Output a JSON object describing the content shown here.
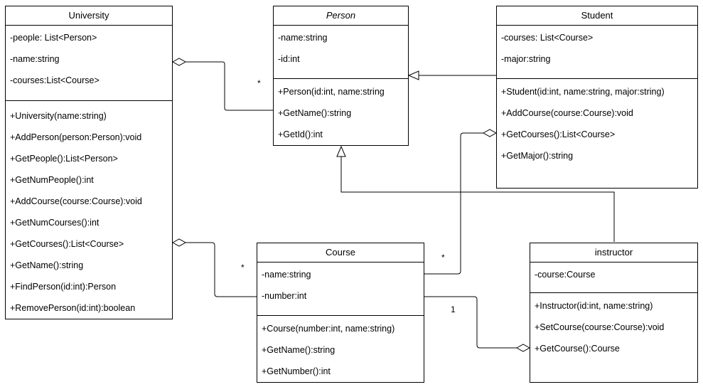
{
  "classes": {
    "university": {
      "name": "University",
      "attributes": [
        "-people: List<Person>",
        "-name:string",
        "-courses:List<Course>"
      ],
      "methods": [
        "+University(name:string)",
        "+AddPerson(person:Person):void",
        "+GetPeople():List<Person>",
        "+GetNumPeople():int",
        "+AddCourse(course:Course):void",
        "+GetNumCourses():int",
        "+GetCourses():List<Course>",
        "+GetName():string",
        "+FindPerson(id:int):Person",
        "+RemovePerson(id:int):boolean"
      ]
    },
    "person": {
      "name": "Person",
      "attributes": [
        "-name:string",
        "-id:int"
      ],
      "methods": [
        "+Person(id:int, name:string",
        "+GetName():string",
        "+GetId():int"
      ]
    },
    "student": {
      "name": "Student",
      "attributes": [
        "-courses: List<Course>",
        "-major:string"
      ],
      "methods": [
        "+Student(id:int, name:string, major:string)",
        "+AddCourse(course:Course):void",
        "+GetCourses():List<Course>",
        "+GetMajor():string"
      ]
    },
    "course": {
      "name": "Course",
      "attributes": [
        "-name:string",
        "-number:int"
      ],
      "methods": [
        "+Course(number:int, name:string)",
        "+GetName():string",
        "+GetNumber():int"
      ]
    },
    "instructor": {
      "name": "instructor",
      "attributes": [
        "-course:Course"
      ],
      "methods": [
        "+Instructor(id:int, name:string)",
        "+SetCourse(course:Course):void",
        "+GetCourse():Course"
      ]
    }
  },
  "multiplicities": {
    "university_person": "*",
    "university_course": "*",
    "student_course": "*",
    "instructor_course": "1"
  }
}
